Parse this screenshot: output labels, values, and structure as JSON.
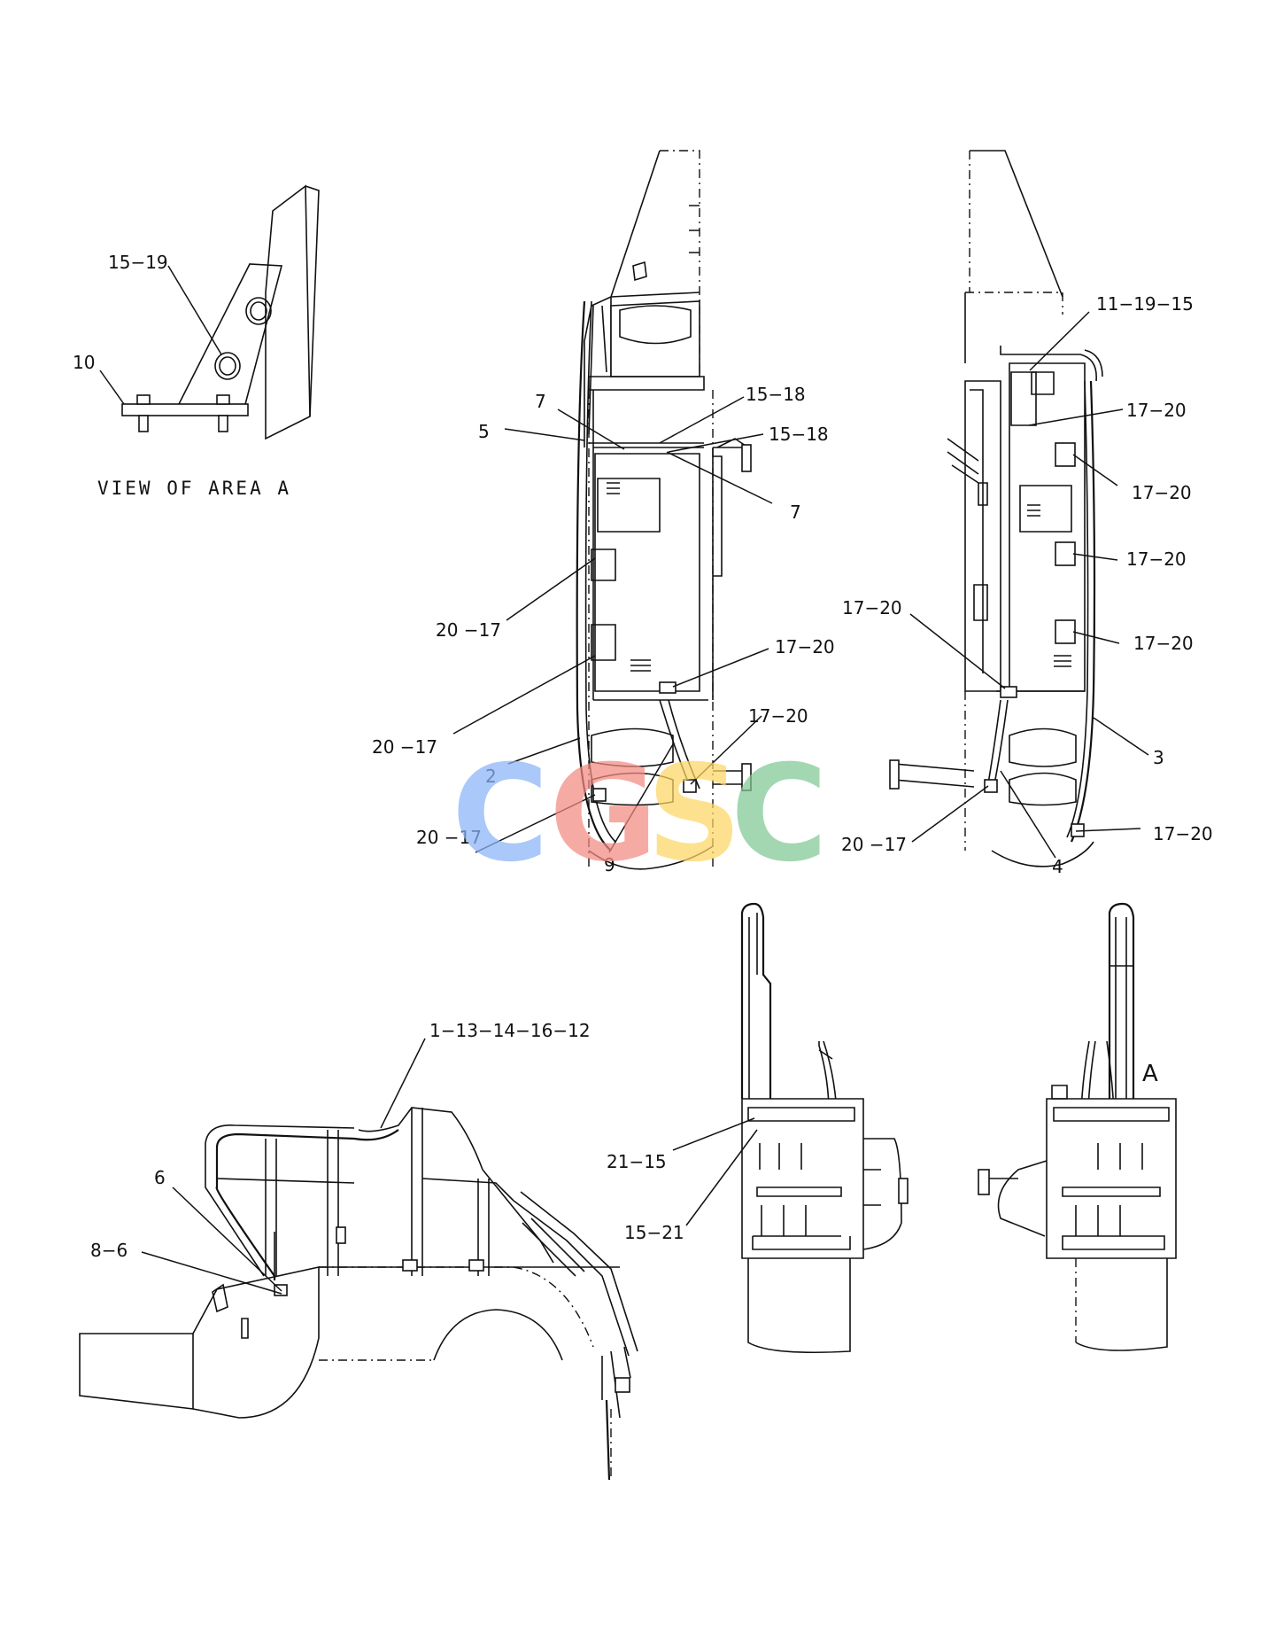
{
  "view_title": "VIEW OF AREA A",
  "area_marker": "A",
  "callouts": {
    "area_a_15_19": "15−19",
    "area_a_10": "10",
    "mid_7_top": "7",
    "mid_15_18_top": "15−18",
    "mid_5": "5",
    "mid_15_18_right": "15−18",
    "mid_7_right": "7",
    "mid_20_17_a": "20 −17",
    "mid_20_17_b": "20 −17",
    "mid_17_20_a": "17−20",
    "mid_17_20_b": "17−20",
    "mid_2": "2",
    "mid_20_17_c": "20 −17",
    "mid_9": "9",
    "right_11_19_15": "11−19−15",
    "right_17_20_a": "17−20",
    "right_17_20_b": "17−20",
    "right_17_20_c": "17−20",
    "right_17_20_left": "17−20",
    "right_17_20_d": "17−20",
    "right_3": "3",
    "right_20_17": "20 −17",
    "right_4": "4",
    "right_17_20_e": "17−20",
    "side_1_13_14_16_12": "1−13−14−16−12",
    "side_6": "6",
    "side_8_6": "8−6",
    "front_21_15": "21−15",
    "front_15_21": "15−21"
  },
  "watermark": {
    "letters": [
      "C",
      "G",
      "S",
      "C"
    ],
    "colors": [
      "#8ab4f8",
      "#f28b82",
      "#fdd663",
      "#81c995"
    ]
  }
}
